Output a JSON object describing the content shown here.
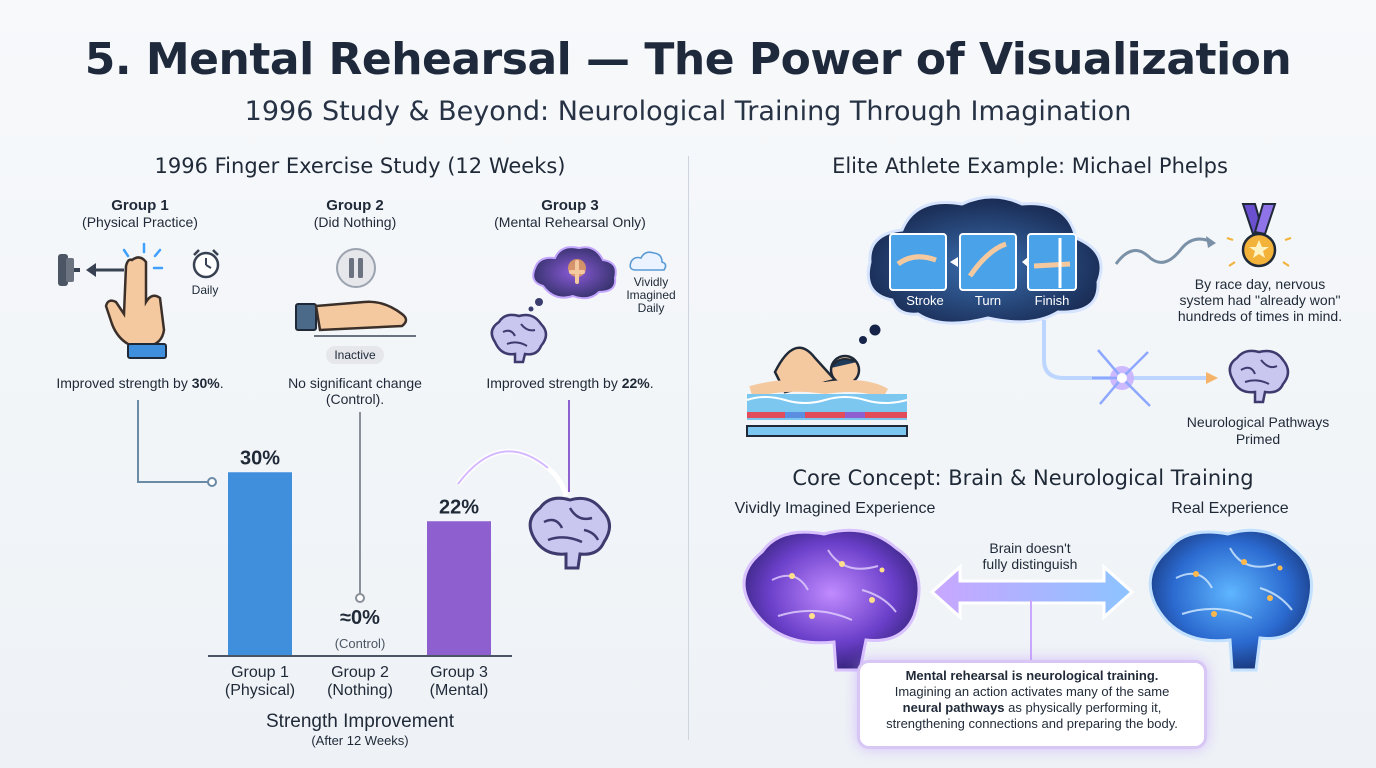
{
  "title": "5. Mental Rehearsal — The Power of Visualization",
  "subtitle": "1996 Study & Beyond: Neurological Training Through Imagination",
  "study": {
    "heading": "1996 Finger Exercise Study (12 Weeks)",
    "groups": [
      {
        "title": "Group 1",
        "subtitle": "(Physical Practice)",
        "tag": "Daily",
        "result_prefix": "Improved strength by ",
        "result_value": "30%",
        "result_suffix": "."
      },
      {
        "title": "Group 2",
        "subtitle": "(Did Nothing)",
        "tag": "Inactive",
        "result_line1": "No significant change",
        "result_line2": "(Control)."
      },
      {
        "title": "Group 3",
        "subtitle": "(Mental Rehearsal Only)",
        "tag_line1": "Vividly",
        "tag_line2": "Imagined",
        "tag_line3": "Daily",
        "result_prefix": "Improved strength by ",
        "result_value": "22%",
        "result_suffix": "."
      }
    ]
  },
  "chart_data": {
    "type": "bar",
    "title": "Strength Improvement",
    "subtitle": "(After 12 Weeks)",
    "categories": [
      "Group 1 (Physical)",
      "Group 2 (Nothing)",
      "Group 3 (Mental)"
    ],
    "category_lines": [
      [
        "Group 1",
        "(Physical)"
      ],
      [
        "Group 2",
        "(Nothing)"
      ],
      [
        "Group 3",
        "(Mental)"
      ]
    ],
    "values": [
      30,
      0,
      22
    ],
    "value_labels": [
      "30%",
      "≈0%",
      "22%"
    ],
    "note_g2": "(Control)",
    "ylim": [
      0,
      32
    ],
    "colors": [
      "#3f8fdd",
      "#9aa3ad",
      "#8e5fcf"
    ]
  },
  "athlete": {
    "heading": "Elite Athlete Example: Michael Phelps",
    "frames": [
      "Stroke",
      "Turn",
      "Finish"
    ],
    "medal_text": [
      "By race day, nervous",
      "system had \"already won\"",
      "hundreds of times in mind."
    ],
    "neuro_text": [
      "Neurological Pathways",
      "Primed"
    ]
  },
  "core": {
    "heading": "Core Concept: Brain & Neurological Training",
    "left_label": "Vividly Imagined Experience",
    "right_label": "Real Experience",
    "arrow_text": [
      "Brain doesn't",
      "fully distinguish"
    ],
    "box_bold": "Mental rehearsal is neurological training.",
    "box_line2": "Imagining an action activates many of the same",
    "box_line3_bold": "neural pathways",
    "box_line3_rest": " as physically performing it,",
    "box_line4": "strengthening connections and preparing the body."
  },
  "colors": {
    "blue": "#3f8fdd",
    "purple": "#8e5fcf",
    "glow": "#b98cff"
  }
}
